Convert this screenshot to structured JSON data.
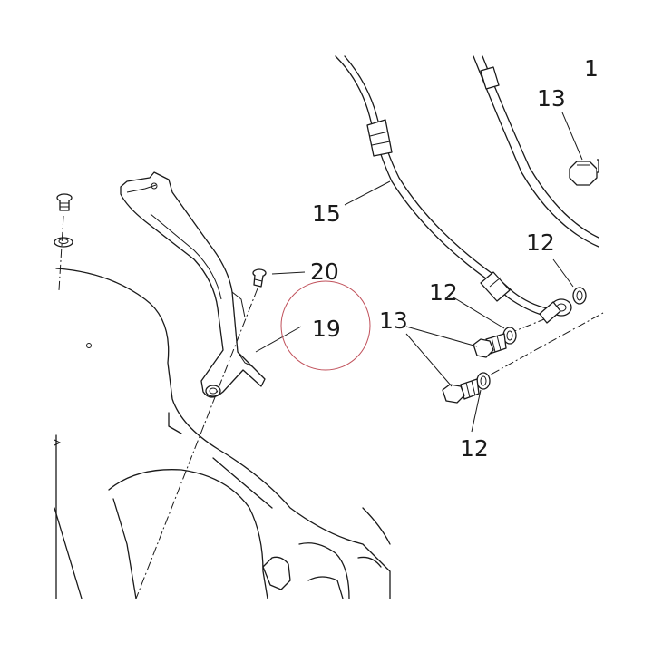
{
  "labels": {
    "l1": "1",
    "l13_top": "13",
    "l15": "15",
    "l12_upper_right": "12",
    "l20": "20",
    "l12_mid": "12",
    "l19": "19",
    "l13_mid": "13",
    "l12_bottom": "12"
  },
  "colors": {
    "line": "#1a1a1a",
    "highlight_circle": "#c0505a",
    "background": "#ffffff"
  }
}
